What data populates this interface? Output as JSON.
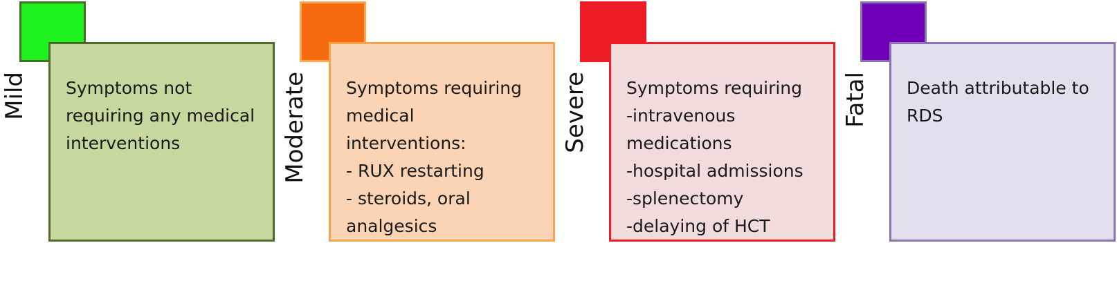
{
  "categories": [
    {
      "label": "Mild",
      "swatch_color": "#1ef21e",
      "swatch_border": "#4a6b2a",
      "box_fill": "#c5d89e",
      "box_border": "#4f6a2c",
      "lines": [
        "Symptoms not",
        "requiring any medical",
        "interventions"
      ]
    },
    {
      "label": "Moderate",
      "swatch_color": "#f66a10",
      "swatch_border": "#f5a84f",
      "box_fill": "#fad4b4",
      "box_border": "#f5a550",
      "lines": [
        "Symptoms requiring",
        "medical",
        "interventions:",
        "- RUX restarting",
        "- steroids, oral",
        "analgesics"
      ]
    },
    {
      "label": "Severe",
      "swatch_color": "#ee1c25",
      "swatch_border": "#ee1c25",
      "box_fill": "#f1dcdb",
      "box_border": "#ee1c25",
      "lines": [
        "Symptoms requiring",
        "-intravenous",
        "medications",
        "-hospital admissions",
        "-splenectomy",
        "-delaying of  HCT"
      ]
    },
    {
      "label": "Fatal",
      "swatch_color": "#7000b8",
      "swatch_border": "#8b72b0",
      "box_fill": "#e4dfec",
      "box_border": "#8b72b0",
      "lines": [
        "Death attributable to",
        "RDS"
      ]
    }
  ]
}
